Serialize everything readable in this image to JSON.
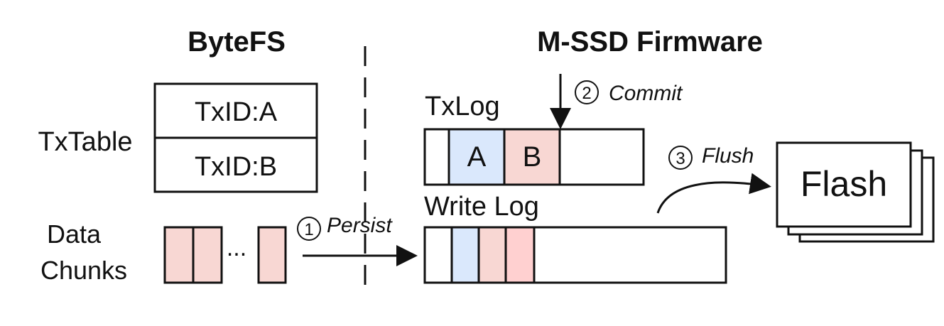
{
  "headers": {
    "left": "ByteFS",
    "right": "M-SSD Firmware"
  },
  "txtable": {
    "label": "TxTable",
    "rows": [
      "TxID:A",
      "TxID:B"
    ]
  },
  "data_chunks": {
    "label_line1": "Data",
    "label_line2": "Chunks",
    "ellipsis": "..."
  },
  "txlog": {
    "label": "TxLog",
    "cells": [
      "A",
      "B"
    ]
  },
  "write_log": {
    "label": "Write Log"
  },
  "flash": {
    "label": "Flash"
  },
  "steps": [
    {
      "number": "1",
      "label": "Persist"
    },
    {
      "number": "2",
      "label": "Commit"
    },
    {
      "number": "3",
      "label": "Flush"
    }
  ],
  "colors": {
    "transaction_a": "#dae8fc",
    "transaction_b": "#f8d7d3",
    "chunk": "#f8d7d3",
    "chunk_b2": "#ffd0d0",
    "stroke": "#111111"
  }
}
